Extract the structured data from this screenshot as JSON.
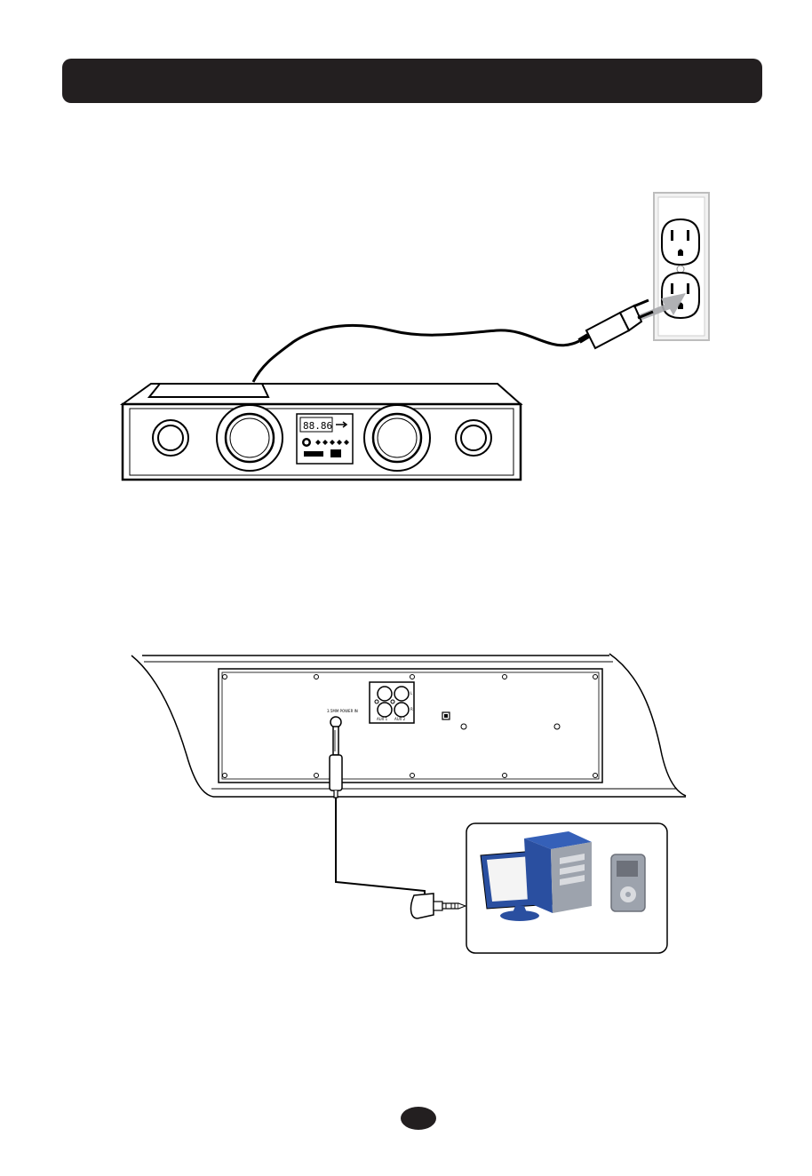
{
  "header": {
    "title": ""
  },
  "front_display": {
    "readout": "88.86",
    "icons": [
      "usb-icon",
      "power-button-icon",
      "control-button-icon"
    ]
  },
  "rear_panel": {
    "line_in_label": "3.5MM\nPOWER IN",
    "aux1_label": "AUX 1",
    "aux2_label": "AUX 2",
    "channel_l": "L",
    "channel_r": "R"
  },
  "source_devices": [
    "desktop-computer-icon",
    "monitor-icon",
    "mp3-player-icon"
  ],
  "colors": {
    "title_bar": "#231f20",
    "tower_blue": "#2a4fa0",
    "arrow_grey": "#a7a9ac"
  },
  "footer": {
    "page_number": ""
  }
}
